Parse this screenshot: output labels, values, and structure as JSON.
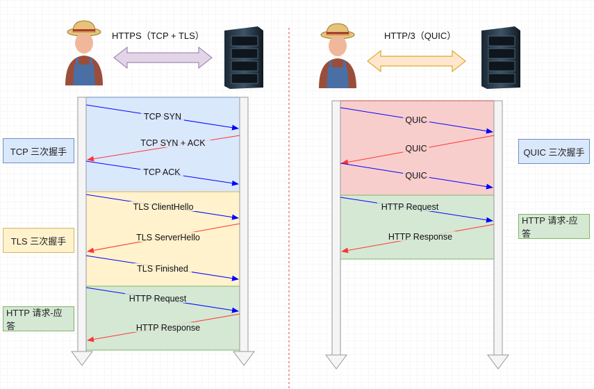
{
  "left": {
    "protocol_label": "HTTPS（TCP + TLS）",
    "phases": [
      {
        "label": "TCP 三次握手",
        "messages": [
          "TCP SYN",
          "TCP SYN + ACK",
          "TCP ACK"
        ]
      },
      {
        "label": "TLS 三次握手",
        "messages": [
          "TLS ClientHello",
          "TLS ServerHello",
          "TLS Finished"
        ]
      },
      {
        "label": "HTTP 请求-应答",
        "messages": [
          "HTTP Request",
          "HTTP Response"
        ]
      }
    ]
  },
  "right": {
    "protocol_label": "HTTP/3（QUIC）",
    "phases": [
      {
        "label": "QUIC 三次握手",
        "messages": [
          "QUIC",
          "QUIC",
          "QUIC"
        ]
      },
      {
        "label": "HTTP 请求-应答",
        "messages": [
          "HTTP Request",
          "HTTP Response"
        ]
      }
    ]
  },
  "colors": {
    "tcp_fill": "#dae8fc",
    "tcp_border": "#6c8ebf",
    "tls_fill": "#fff2cc",
    "tls_border": "#d6b656",
    "http_fill": "#d5e8d4",
    "http_border": "#82b366",
    "quic_fill": "#f8cecc",
    "quic_border": "#b85450",
    "request_arrow": "#0000ff",
    "response_arrow": "#ff3333",
    "divider": "#dd4444"
  }
}
